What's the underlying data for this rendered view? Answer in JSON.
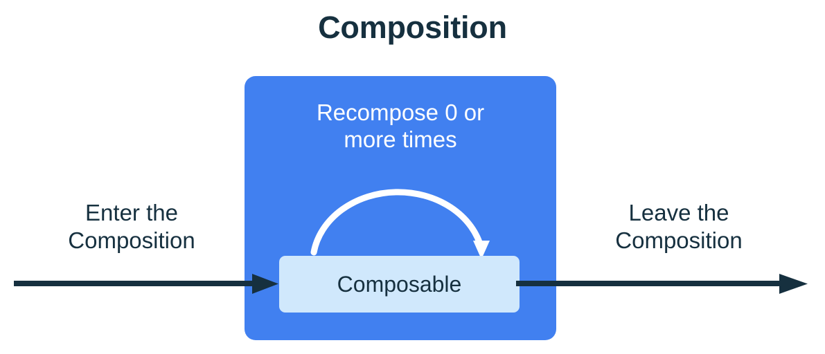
{
  "title": "Composition",
  "colors": {
    "background": "#ffffff",
    "composition_box": "#4180f0",
    "composable_box": "#d0e8fc",
    "text_dark": "#16303f",
    "text_light": "#ffffff",
    "arrow_dark": "#16303f",
    "loop_arrow": "#ffffff"
  },
  "composition": {
    "recompose_label_line1": "Recompose 0 or",
    "recompose_label_line2": "more times",
    "composable_label": "Composable"
  },
  "flow": {
    "enter_label_line1": "Enter the",
    "enter_label_line2": "Composition",
    "leave_label_line1": "Leave the",
    "leave_label_line2": "Composition"
  },
  "icons": {
    "enter_arrow": "arrow-right-icon",
    "leave_arrow": "arrow-right-icon",
    "recompose_loop": "loop-arrow-icon"
  }
}
